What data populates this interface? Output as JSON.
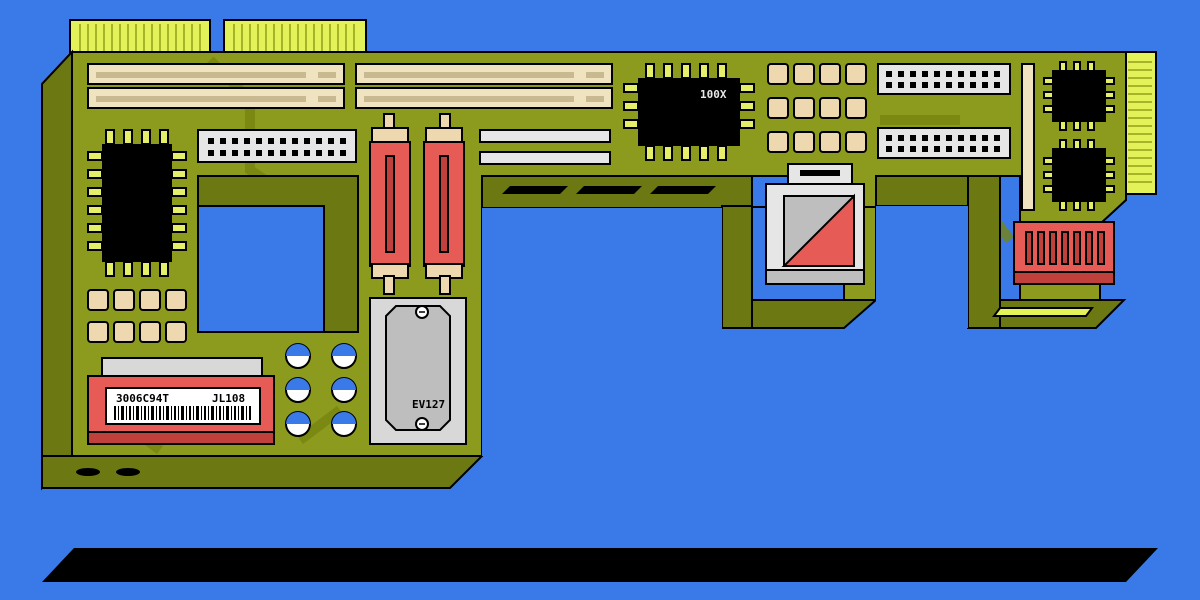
{
  "labels": {
    "main_chip": "100X",
    "regulator": "EV127",
    "sticker_code": "3006C94T",
    "sticker_id": "JL108"
  },
  "colors": {
    "background": "#3A7AE8",
    "board": "#8C9A1E",
    "board_dark": "#6C7812",
    "board_line": "#77850F",
    "outline": "#000000",
    "slot": "#EFE3C0",
    "slot_shadow": "#C8B990",
    "connector_gold": "#E4F25A",
    "chip": "#000000",
    "chip_pin": "#E6EF6A",
    "cap": "#EED8B0",
    "cap_shadow": "#B5A378",
    "red": "#E65B55",
    "red_dark": "#C0403C",
    "grey": "#BEBEBE",
    "grey_light": "#D8D8D8",
    "blue_led": "#3A7AE8",
    "shadow_bar": "#000000"
  }
}
